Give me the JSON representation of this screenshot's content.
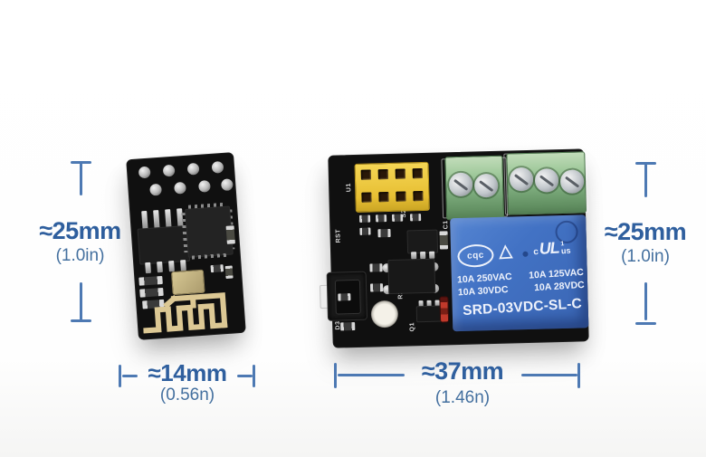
{
  "dimensions": {
    "esp_height": {
      "value": "≈25mm",
      "unit": "(1.0in)"
    },
    "relay_height": {
      "value": "≈25mm",
      "unit": "(1.0in)"
    },
    "esp_width": {
      "value": "≈14mm",
      "unit": "(0.56n)"
    },
    "relay_width": {
      "value": "≈37mm",
      "unit": "(1.46n)"
    }
  },
  "relay_label": {
    "cqc_logo": "cqc",
    "triangle_logo": "△",
    "ul_prefix": "c",
    "ul_logo": "UL",
    "ul_sup": "1",
    "ul_suffix": "us",
    "ratings_row1_left": "10A 250VAC",
    "ratings_row1_right": "10A 125VAC",
    "ratings_row2_left": "10A 30VDC",
    "ratings_row2_right": "10A 28VDC",
    "model": "SRD-03VDC-SL-C"
  },
  "silkscreen": {
    "u1": "U1",
    "rst": "RST",
    "s2": "S2",
    "c1": "C1",
    "r2": "R2",
    "q1": "Q1",
    "r3": "R3",
    "d3": "D3"
  },
  "colors": {
    "annotation_blue": "#3c6aa6",
    "relay_blue": "#3f6fc1",
    "header_yellow": "#eec73e",
    "terminal_green": "#8cbb88",
    "pcb_black": "#111111"
  }
}
